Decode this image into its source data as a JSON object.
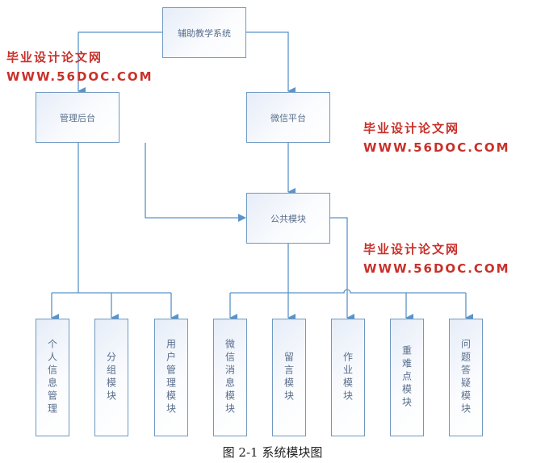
{
  "diagram": {
    "root": "辅助教学系统",
    "admin": "管理后台",
    "wechat": "微信平台",
    "common": "公共模块",
    "leaves": [
      "个人信息管理",
      "分组模块",
      "用户管理模块",
      "微信消息模块",
      "留言模块",
      "作业模块",
      "重难点模块",
      "问题答疑模块"
    ]
  },
  "caption": "图 2-1 系统模块图",
  "watermarks": {
    "url": "WWW.56DOC.COM",
    "site": "毕业设计论文网"
  },
  "colors": {
    "line": "#5b93c9",
    "border": "#6f98c2",
    "watermark": "#c8312b"
  }
}
